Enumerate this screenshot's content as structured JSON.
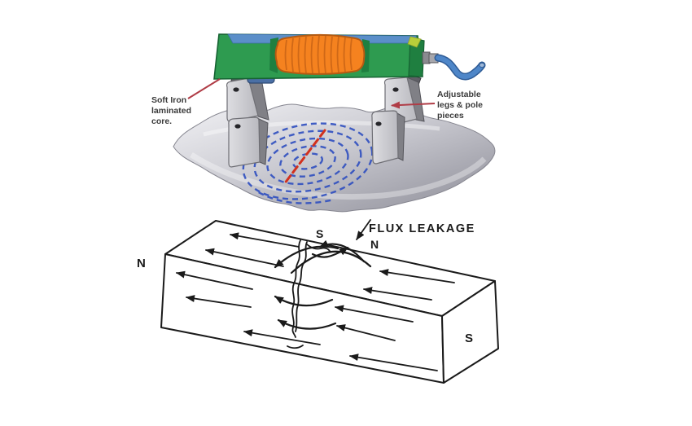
{
  "page": {
    "background": "#ffffff"
  },
  "yoke_diagram": {
    "labels": {
      "core_line1": "Soft Iron",
      "core_line2": "laminated",
      "core_line3": "core.",
      "legs_line1": "Adjustable",
      "legs_line2": "legs & pole",
      "legs_line3": "pieces"
    },
    "colors": {
      "body_green": "#2E9B50",
      "body_green_dark": "#1F7F40",
      "body_outline": "#176333",
      "top_strip_blue": "#5B8FC9",
      "coil_orange": "#F5821F",
      "coil_outline": "#B55A12",
      "lime_accent": "#B7CE3A",
      "leg_gray": "#CCCCD0",
      "leg_gray_dark": "#808086",
      "mount_gray": "#5F5F66",
      "trigger_blue": "#4A6FA5",
      "cable_blue": "#4E86C8",
      "cable_outline": "#2F5C96",
      "plate_light": "#EDEDF0",
      "plate_dark": "#8F8F99",
      "flux_blue": "#2F4FC0",
      "crack_red": "#D2311E",
      "leader_red": "#B03C46",
      "label_text": "#3B3B3B"
    }
  },
  "flux_diagram": {
    "labels": {
      "title": "FLUX LEAKAGE",
      "bar_pole_left": "N",
      "bar_pole_right": "S",
      "crack_pole_south": "S",
      "crack_pole_north": "N"
    },
    "colors": {
      "ink": "#1A1A1A"
    }
  }
}
